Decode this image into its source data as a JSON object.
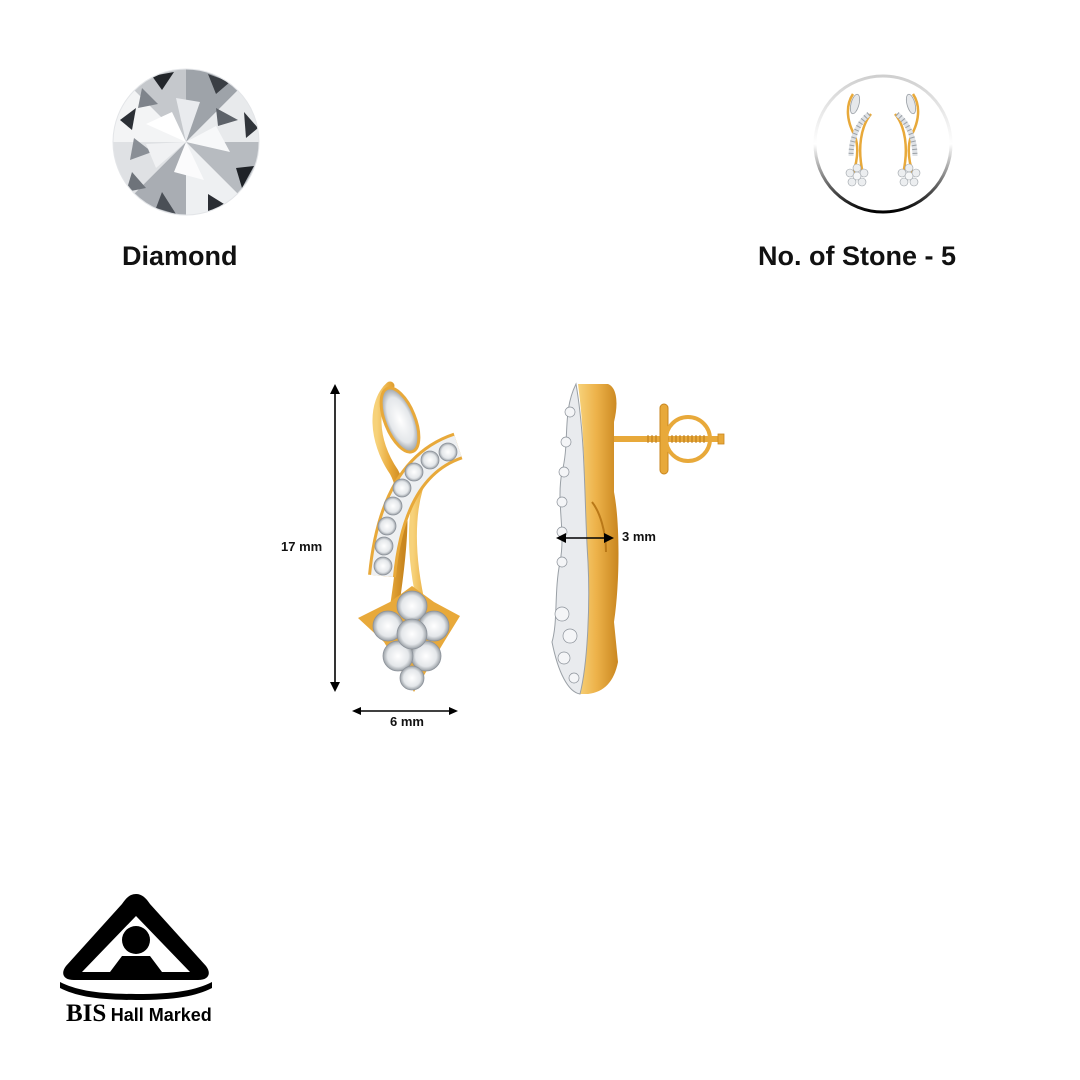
{
  "stone_info": {
    "icon": "diamond-icon",
    "label": "Diamond"
  },
  "stone_count": {
    "icon": "earring-pair-thumbnail",
    "label": "No. of Stone - 5"
  },
  "dimensions": {
    "height": "17 mm",
    "width": "6 mm",
    "depth": "3 mm"
  },
  "certification": {
    "icon": "bis-logo-icon",
    "brand": "BIS",
    "text": "Hall Marked"
  },
  "colors": {
    "gold": "#E8A93A",
    "gold_dark": "#C9861F",
    "gold_light": "#F7D27A",
    "diamond_white": "#F2F4F7",
    "diamond_shade": "#8C929A",
    "ink": "#111111"
  }
}
